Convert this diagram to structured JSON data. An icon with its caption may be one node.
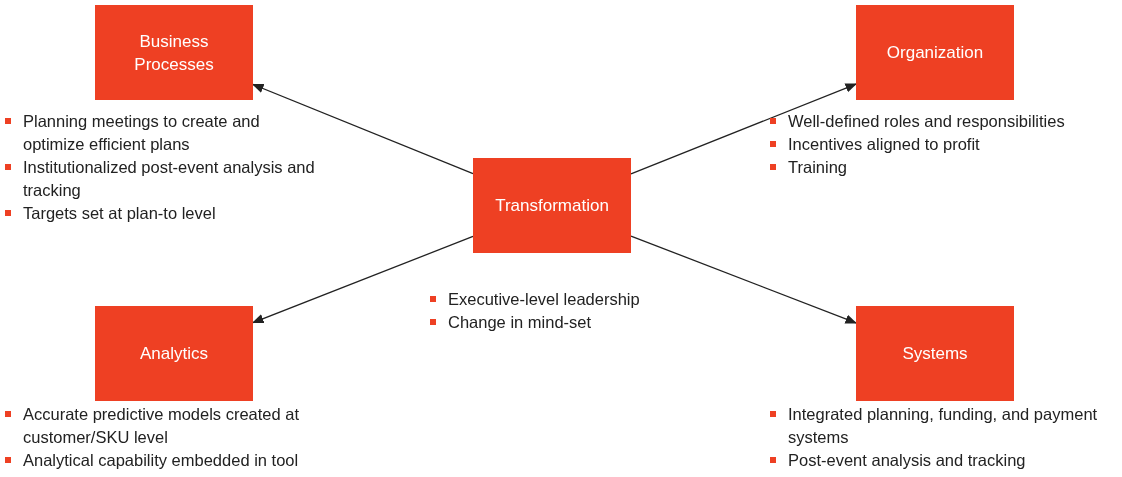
{
  "diagram": {
    "nodes": [
      {
        "text": [
          "Business Processes"
        ],
        "beside": [
          "Planning meetings to create and optimize efficient plans",
          "Institutionalized post-event analysis and tracking",
          "Targets set at plan-to level"
        ]
      },
      {
        "text": [
          "Organization"
        ],
        "beside": [
          "Well-defined roles and responsibilities",
          "Incentives aligned to profit",
          "Training"
        ]
      },
      {
        "text": [
          "Transformation"
        ],
        "beside": [
          "Executive-level leadership",
          "Change in mind-set"
        ]
      },
      {
        "text": [
          "Analytics"
        ],
        "beside": [
          "Accurate predictive models created at customer/SKU level",
          "Analytical capability embedded in tool"
        ]
      },
      {
        "text": [
          "Systems"
        ],
        "beside": [
          "Integrated planning, funding, and payment systems",
          "Post-event analysis and tracking"
        ]
      }
    ],
    "edges": [
      {
        "from": 2,
        "to": 0,
        "arrow": "to"
      },
      {
        "from": 2,
        "to": 1,
        "arrow": "to"
      },
      {
        "from": 2,
        "to": 3,
        "arrow": "to"
      },
      {
        "from": 2,
        "to": 4,
        "arrow": "to"
      }
    ]
  }
}
